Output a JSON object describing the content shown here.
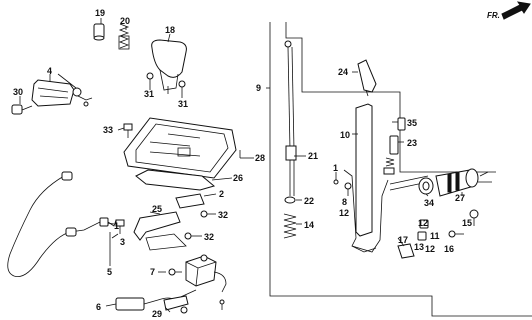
{
  "orientation": {
    "label": "FR.",
    "icon": "front-arrow-icon"
  },
  "callouts": [
    {
      "id": "c19",
      "text": "19"
    },
    {
      "id": "c20",
      "text": "20"
    },
    {
      "id": "c18",
      "text": "18"
    },
    {
      "id": "c4",
      "text": "4"
    },
    {
      "id": "c30",
      "text": "30"
    },
    {
      "id": "c31a",
      "text": "31"
    },
    {
      "id": "c31b",
      "text": "31"
    },
    {
      "id": "c33",
      "text": "33"
    },
    {
      "id": "c28",
      "text": "28"
    },
    {
      "id": "c26",
      "text": "26"
    },
    {
      "id": "c2",
      "text": "2"
    },
    {
      "id": "c25",
      "text": "25"
    },
    {
      "id": "c32a",
      "text": "32"
    },
    {
      "id": "c32b",
      "text": "32"
    },
    {
      "id": "c1",
      "text": "1"
    },
    {
      "id": "c3",
      "text": "3"
    },
    {
      "id": "c5",
      "text": "5"
    },
    {
      "id": "c7",
      "text": "7"
    },
    {
      "id": "c6",
      "text": "6"
    },
    {
      "id": "c29",
      "text": "29"
    },
    {
      "id": "c9",
      "text": "9"
    },
    {
      "id": "c24",
      "text": "24"
    },
    {
      "id": "c35",
      "text": "35"
    },
    {
      "id": "c10",
      "text": "10"
    },
    {
      "id": "c23",
      "text": "23"
    },
    {
      "id": "c21",
      "text": "21"
    },
    {
      "id": "c1b",
      "text": "1"
    },
    {
      "id": "c8",
      "text": "8"
    },
    {
      "id": "c12a",
      "text": "12"
    },
    {
      "id": "c22",
      "text": "22"
    },
    {
      "id": "c14",
      "text": "14"
    },
    {
      "id": "c27",
      "text": "27"
    },
    {
      "id": "c34",
      "text": "34"
    },
    {
      "id": "c17",
      "text": "17"
    },
    {
      "id": "c11",
      "text": "11"
    },
    {
      "id": "c12b",
      "text": "12"
    },
    {
      "id": "c13",
      "text": "13"
    },
    {
      "id": "c12c",
      "text": "12"
    },
    {
      "id": "c16",
      "text": "16"
    },
    {
      "id": "c15",
      "text": "15"
    }
  ]
}
